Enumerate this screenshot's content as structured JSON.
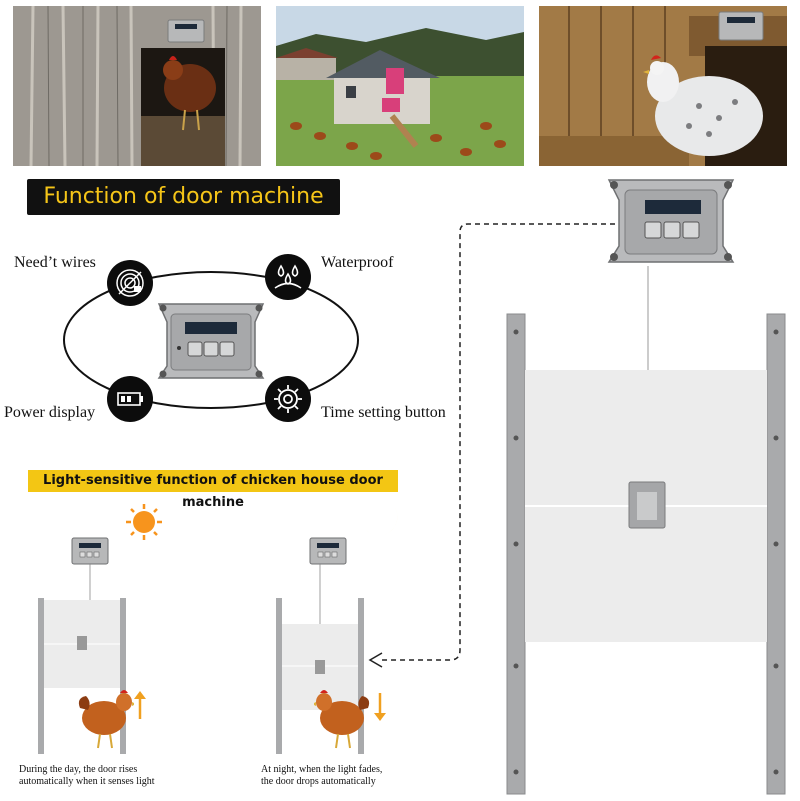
{
  "headings": {
    "main": "Function of door machine",
    "light_sensitive": "Light-sensitive function of chicken house door machine"
  },
  "features": [
    {
      "label": "Need’t wires",
      "icon": "no-wire-plug-icon"
    },
    {
      "label": "Waterproof",
      "icon": "water-drops-icon"
    },
    {
      "label": "Power display",
      "icon": "battery-icon"
    },
    {
      "label": "Time setting button",
      "icon": "gear-icon"
    }
  ],
  "captions": {
    "day_line1": "During the day, the door rises",
    "day_line2": "automatically when it senses light",
    "night_line1": "At night, when the light fades,",
    "night_line2": "the door drops automatically"
  },
  "photos": [
    {
      "subject": "hen at coop door photo"
    },
    {
      "subject": "chicken coop on farm photo"
    },
    {
      "subject": "white hen at door photo"
    }
  ],
  "colors": {
    "heading_bg": "#111111",
    "heading_text": "#f5c518",
    "sub_heading_bg": "#f3c614",
    "sun": "#f7941d",
    "moon": "#f5d000",
    "arrow": "#f0a020",
    "device": "#8f9092",
    "door_panel": "#ececec",
    "rail": "#a9aaac"
  }
}
